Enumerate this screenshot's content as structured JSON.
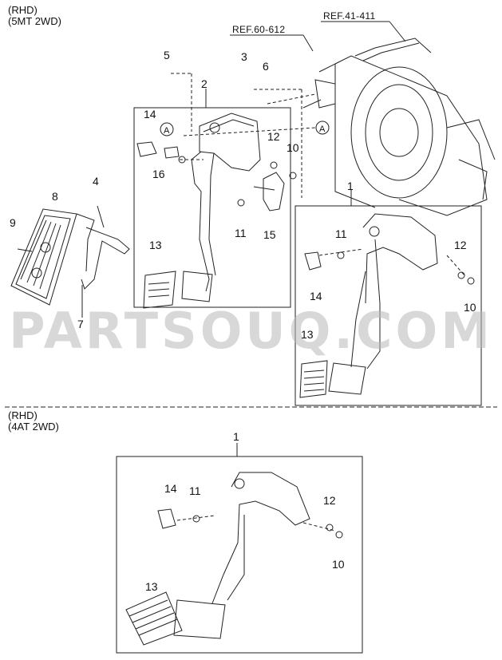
{
  "section_top": {
    "line1": "(RHD)",
    "line2": "(5MT 2WD)"
  },
  "section_bottom": {
    "line1": "(RHD)",
    "line2": "(4AT 2WD)"
  },
  "refs": {
    "ref1": "REF.60-612",
    "ref2": "REF.41-411"
  },
  "callout_letter": "A",
  "watermark": "PARTSOUQ.COM",
  "parts": {
    "p1": "1",
    "p2": "2",
    "p3": "3",
    "p4": "4",
    "p5": "5",
    "p6": "6",
    "p7": "7",
    "p8": "8",
    "p9": "9",
    "p10": "10",
    "p11": "11",
    "p12": "12",
    "p13": "13",
    "p14": "14",
    "p15": "15",
    "p16": "16"
  }
}
